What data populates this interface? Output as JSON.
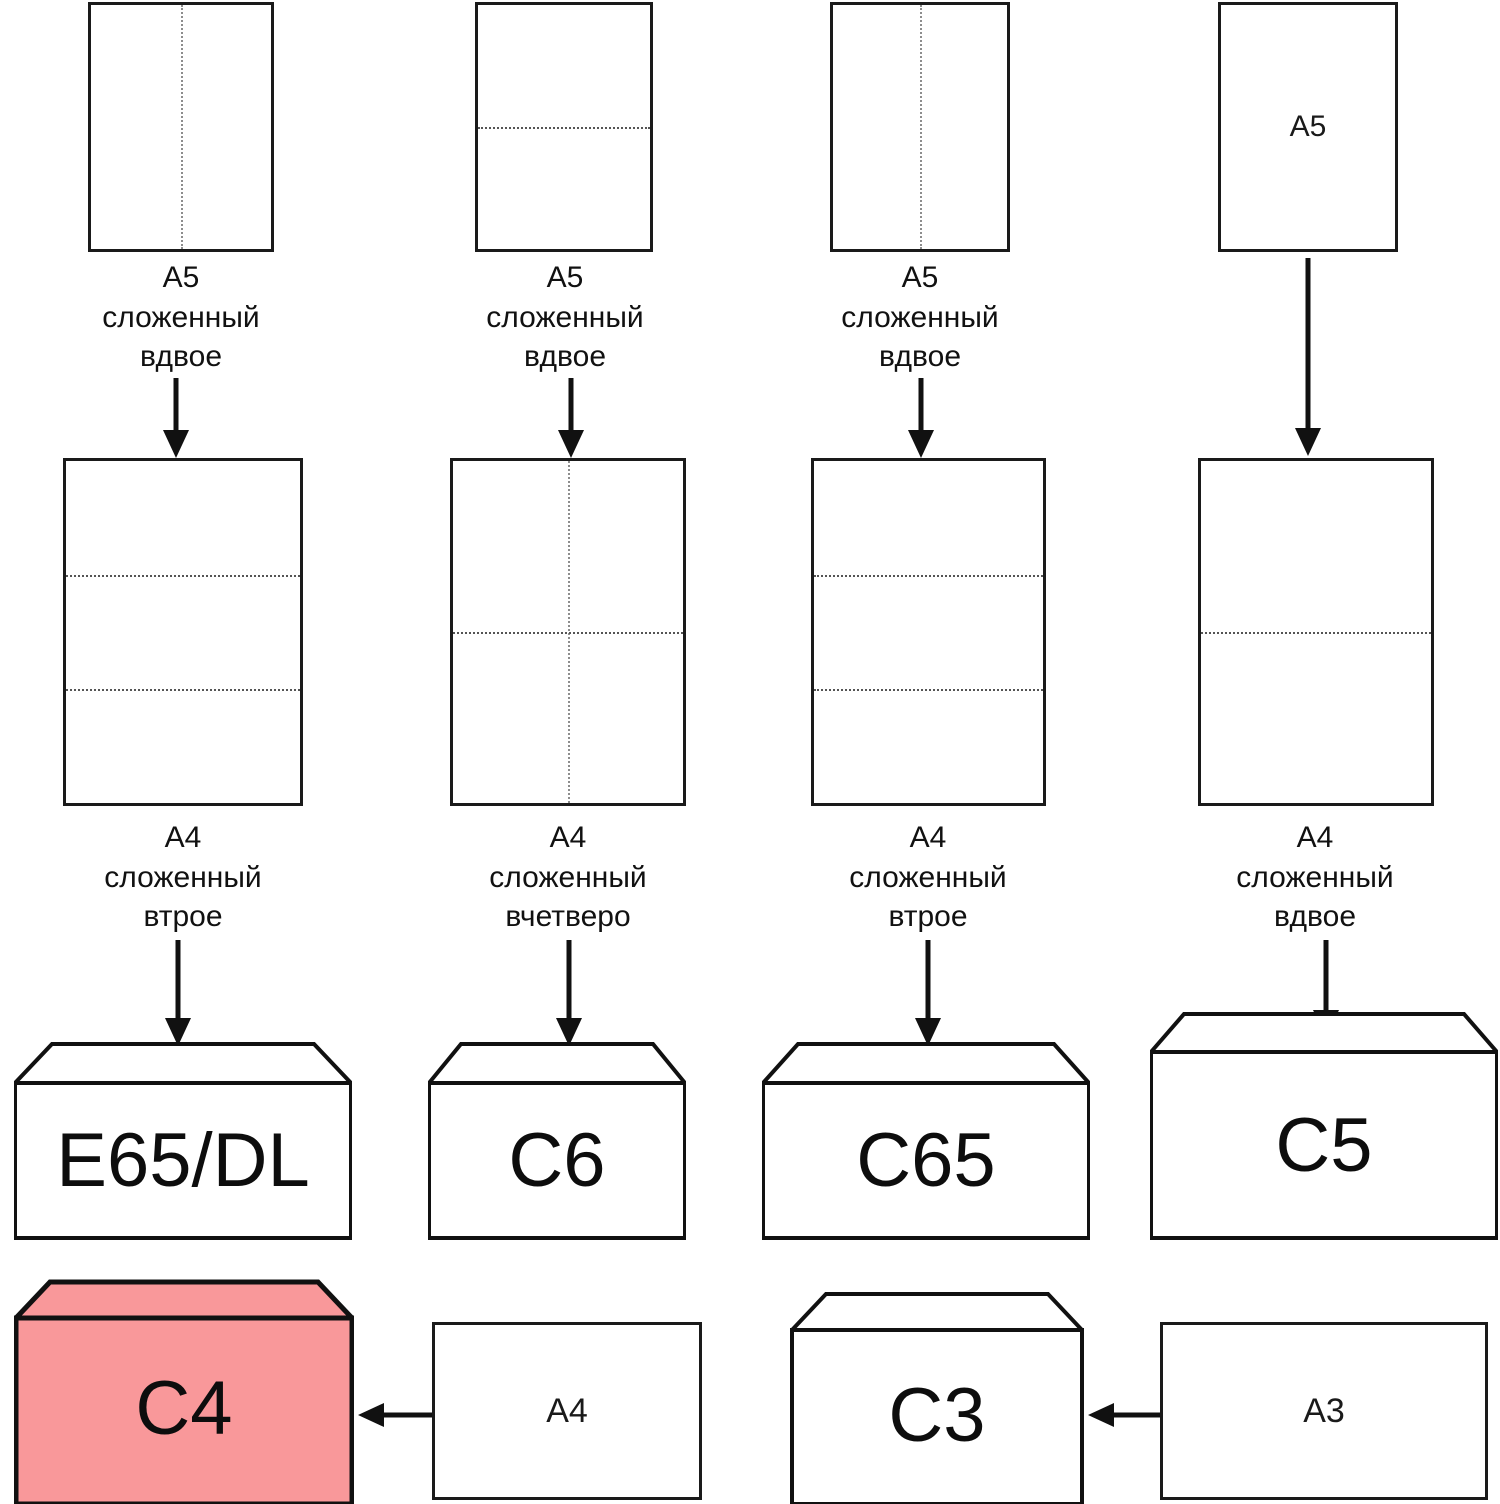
{
  "diagram": {
    "title": "Paper folding to envelope size chart",
    "colors": {
      "stroke": "#1a1a1a",
      "fold_line": "#6d6d6d",
      "highlight_fill": "#f9989a",
      "background": "#ffffff"
    }
  },
  "columns": [
    {
      "id": "col1",
      "top": {
        "label": "",
        "fold": "vertical-half",
        "caption": "A5\nсложенный\nвдвое"
      },
      "middle": {
        "label": "",
        "fold": "horizontal-thirds",
        "caption": "A4\nсложенный\nвтрое"
      },
      "envelope": {
        "label": "E65/DL",
        "highlight": false
      }
    },
    {
      "id": "col2",
      "top": {
        "label": "",
        "fold": "horizontal-half",
        "caption": "A5\nсложенный\nвдвое"
      },
      "middle": {
        "label": "",
        "fold": "quarters",
        "caption": "A4\nсложенный\nвчетверо"
      },
      "envelope": {
        "label": "C6",
        "highlight": false
      }
    },
    {
      "id": "col3",
      "top": {
        "label": "",
        "fold": "vertical-half",
        "caption": "A5\nсложенный\nвдвое"
      },
      "middle": {
        "label": "",
        "fold": "horizontal-thirds",
        "caption": "A4\nсложенный\nвтрое"
      },
      "envelope": {
        "label": "C65",
        "highlight": false
      }
    },
    {
      "id": "col4",
      "top": {
        "label": "A5",
        "fold": "none",
        "caption": ""
      },
      "middle": {
        "label": "",
        "fold": "horizontal-half",
        "caption": "A4\nсложенный\nвдвое"
      },
      "envelope": {
        "label": "C5",
        "highlight": false
      }
    }
  ],
  "bottom_row": {
    "left_pair": {
      "envelope_label": "C4",
      "envelope_highlight": true,
      "source_label": "A4"
    },
    "right_pair": {
      "envelope_label": "C3",
      "envelope_highlight": false,
      "source_label": "A3"
    }
  }
}
